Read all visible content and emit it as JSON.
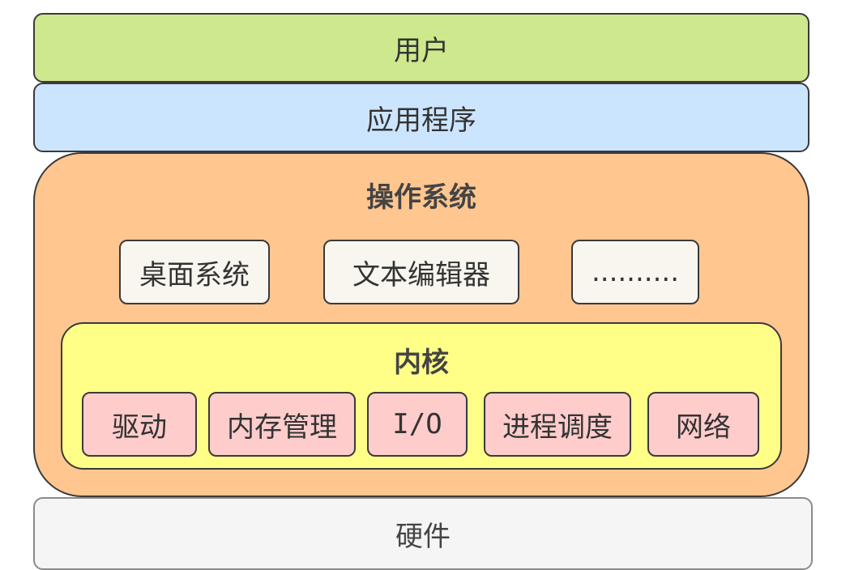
{
  "layers": {
    "user": "用户",
    "applications": "应用程序",
    "hardware": "硬件"
  },
  "operating_system": {
    "title": "操作系统",
    "components": [
      "桌面系统",
      "文本编辑器",
      ".........."
    ],
    "kernel": {
      "title": "内核",
      "modules": [
        "驱动",
        "内存管理",
        "I/O",
        "进程调度",
        "网络"
      ]
    }
  },
  "colors": {
    "user": "#cde88d",
    "applications": "#cce5ff",
    "operating_system": "#ffc690",
    "os_component": "#f8f6ee",
    "kernel": "#ffff88",
    "kernel_module": "#ffcccc",
    "hardware": "#f5f5f5"
  }
}
